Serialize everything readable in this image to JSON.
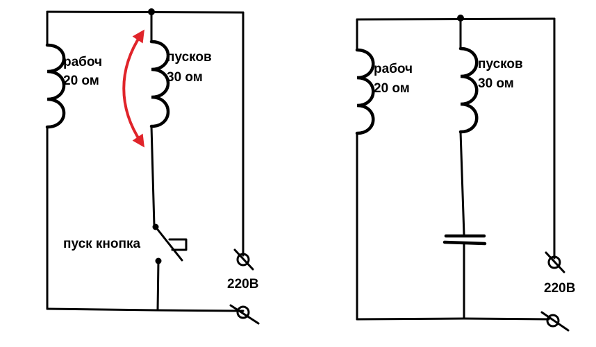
{
  "left_circuit": {
    "working_coil": {
      "name": "рабоч",
      "resistance": "20 ом"
    },
    "start_coil": {
      "name": "пусков",
      "resistance": "30 ом"
    },
    "button_label": "пуск кнопка",
    "voltage_label": "220В"
  },
  "right_circuit": {
    "working_coil": {
      "name": "рабоч",
      "resistance": "20 ом"
    },
    "start_coil": {
      "name": "пусков",
      "resistance": "30 ом"
    },
    "voltage_label": "220В"
  },
  "colors": {
    "line": "#000000",
    "arrow": "#e0242a",
    "background": "#ffffff"
  }
}
